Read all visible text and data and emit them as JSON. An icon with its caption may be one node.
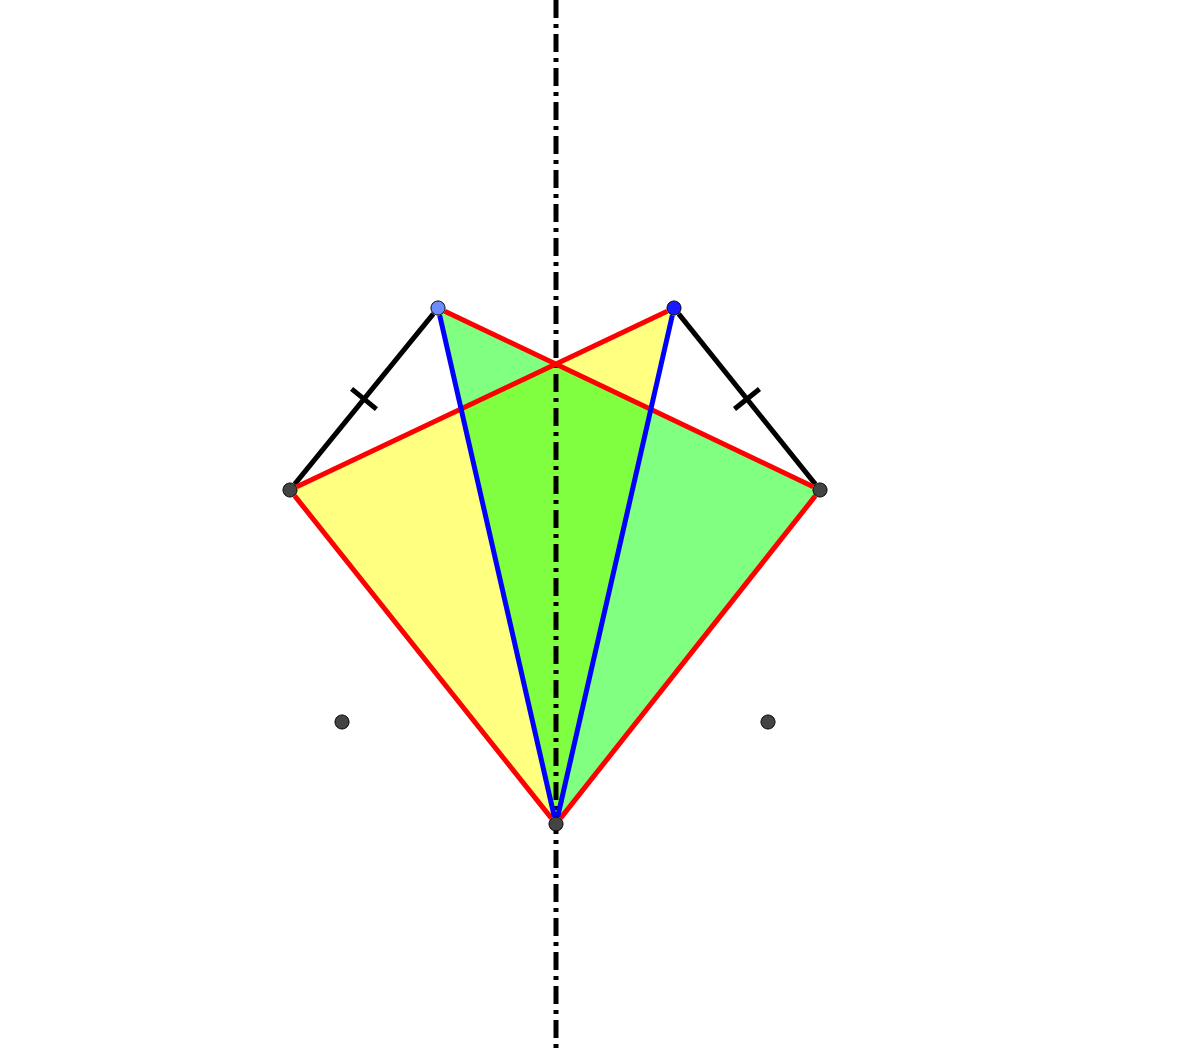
{
  "diagram": {
    "nodes": [
      {
        "text": [],
        "shape": "circle"
      },
      {
        "text": [],
        "shape": "circle"
      },
      {
        "text": [],
        "shape": "circle"
      },
      {
        "text": [],
        "shape": "circle"
      },
      {
        "text": [],
        "shape": "circle"
      },
      {
        "text": [],
        "shape": "circle"
      },
      {
        "text": [],
        "shape": "circle"
      }
    ],
    "edges": [
      {
        "from": 2,
        "to": 0,
        "arrow": "none",
        "color": "#000000"
      },
      {
        "from": 1,
        "to": 3,
        "arrow": "none",
        "color": "#000000"
      },
      {
        "from": 2,
        "to": 1,
        "arrow": "none"
      },
      {
        "from": 0,
        "to": 3,
        "arrow": "none"
      },
      {
        "from": 2,
        "to": 6,
        "arrow": "none"
      },
      {
        "from": 3,
        "to": 6,
        "arrow": "none"
      },
      {
        "from": 0,
        "to": 6,
        "arrow": "none",
        "color": "#0000ff"
      },
      {
        "from": 1,
        "to": 6,
        "arrow": "none",
        "color": "#0000ff"
      }
    ]
  }
}
